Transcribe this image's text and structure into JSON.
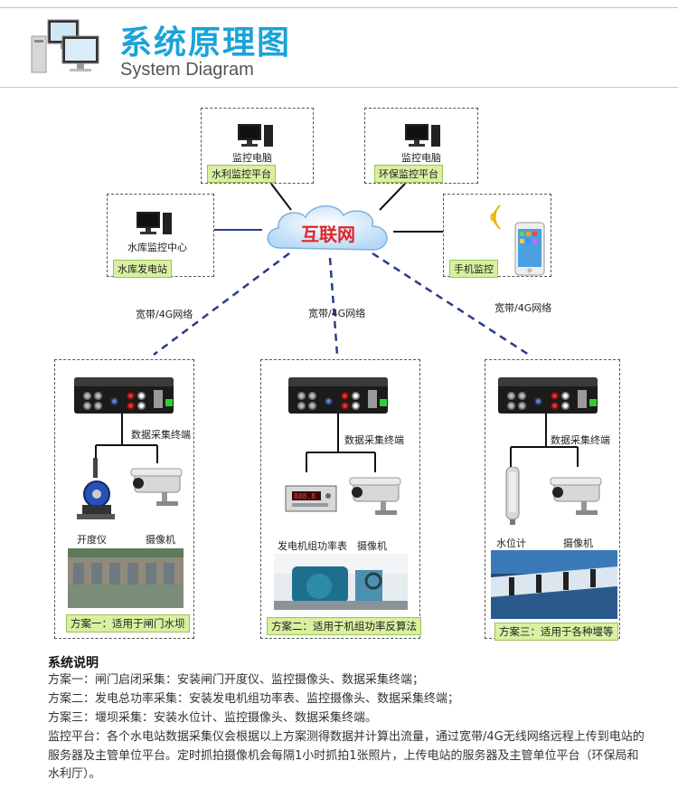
{
  "header": {
    "title_cn": "系统原理图",
    "title_en": "System Diagram",
    "icon": "computer-monitors-icon"
  },
  "diagram": {
    "cloud_label": "互联网",
    "top_left": {
      "device": "监控电脑",
      "label": "水利监控平台"
    },
    "top_right": {
      "device": "监控电脑",
      "label": "环保监控平台"
    },
    "mid_left": {
      "device": "水库监控中心",
      "label": "水库发电站"
    },
    "mid_right": {
      "label": "手机监控"
    },
    "link_left": "宽带/4G网络",
    "link_center": "宽带/4G网络",
    "link_right": "宽带/4G网络",
    "schemes": [
      {
        "terminal": "数据采集终端",
        "sensor": "开度仪",
        "camera": "摄像机",
        "label": "方案一：适用于闸门水坝"
      },
      {
        "terminal": "数据采集终端",
        "sensor": "发电机组功率表",
        "camera": "摄像机",
        "label": "方案二：适用于机组功率反算法"
      },
      {
        "terminal": "数据采集终端",
        "sensor": "水位计",
        "camera": "摄像机",
        "label": "方案三：适用于各种堰等"
      }
    ]
  },
  "description": {
    "title": "系统说明",
    "lines": [
      "方案一：闸门启闭采集：安装闸门开度仪、监控摄像头、数据采集终端；",
      "方案二：发电总功率采集：安装发电机组功率表、监控摄像头、数据采集终端；",
      "方案三：堰坝采集：安装水位计、监控摄像头、数据采集终端。",
      "监控平台：各个水电站数据采集仪会根据以上方案测得数据并计算出流量，通过宽带/4G无线网络远程上传到电站的服务器及主管单位平台。定时抓拍摄像机会每隔1小时抓拍1张照片，上传电站的服务器及主管单位平台（环保局和水利厅）。"
    ]
  },
  "colors": {
    "title": "#1aa3d8",
    "label_bg": "#d8f0a0",
    "link": "#2b3a8a",
    "cloud_text": "#e0262b"
  }
}
